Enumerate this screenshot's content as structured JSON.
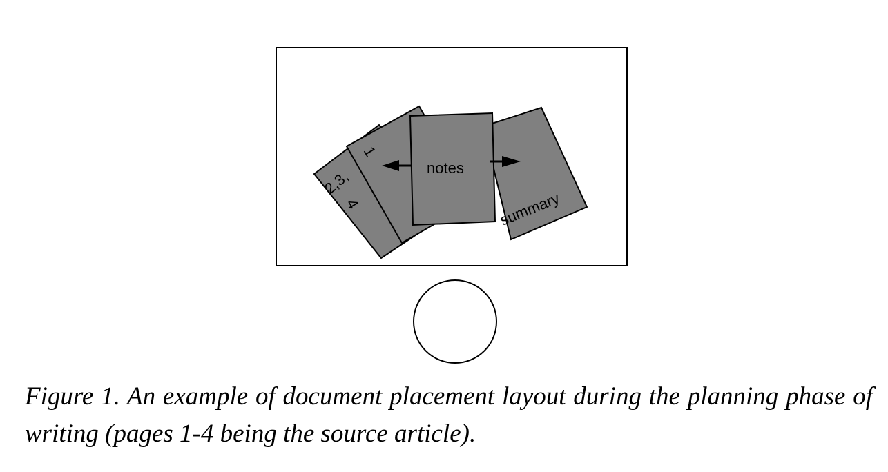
{
  "diagram": {
    "labels": {
      "source_pages": "2,3,",
      "source_pages_last": "4",
      "page_one": "1",
      "notes": "notes",
      "summary": "summary"
    },
    "colors": {
      "page_fill": "#808080",
      "outline": "#000000",
      "background": "#ffffff"
    }
  },
  "caption": {
    "text": "Figure 1. An example of document placement layout during the planning phase of writing (pages 1-4 being the source article)."
  }
}
